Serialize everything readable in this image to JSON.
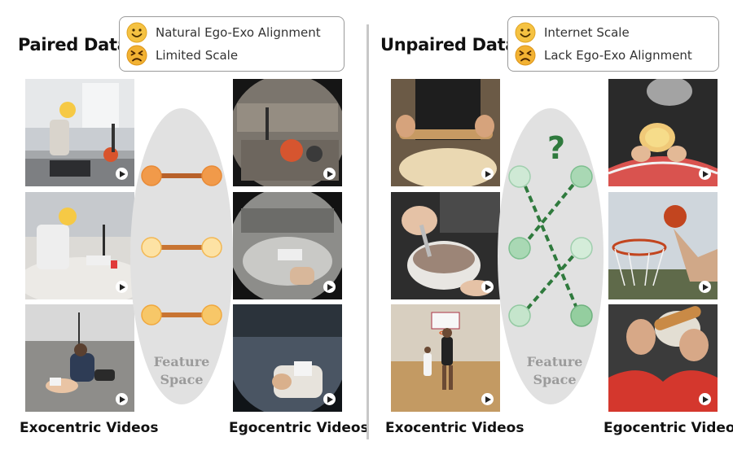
{
  "left": {
    "title": "Paired Data",
    "legend": [
      {
        "mood": "happy",
        "text": "Natural Ego-Exo Alignment"
      },
      {
        "mood": "upset",
        "text": "Limited Scale"
      }
    ],
    "exo_label": "Exocentric Videos",
    "ego_label": "Egocentric Videos",
    "feature_space": [
      "Feature",
      "Space"
    ]
  },
  "right": {
    "title": "Unpaired Data",
    "legend": [
      {
        "mood": "happy",
        "text": "Internet Scale"
      },
      {
        "mood": "upset",
        "text": "Lack Ego-Exo Alignment"
      }
    ],
    "exo_label": "Exocentric Videos",
    "ego_label": "Egocentric Videos",
    "feature_space": [
      "Feature",
      "Space"
    ],
    "question_mark": "?"
  },
  "colors": {
    "happy_face": "#f5c242",
    "upset_face": "#f2b233",
    "paired_dark": "#f19a4a",
    "paired_light": "#f5c77e",
    "unpaired_node": "#a9d8b4",
    "unpaired_line": "#2f7a3d",
    "feature_space": "#e1e1e1"
  }
}
